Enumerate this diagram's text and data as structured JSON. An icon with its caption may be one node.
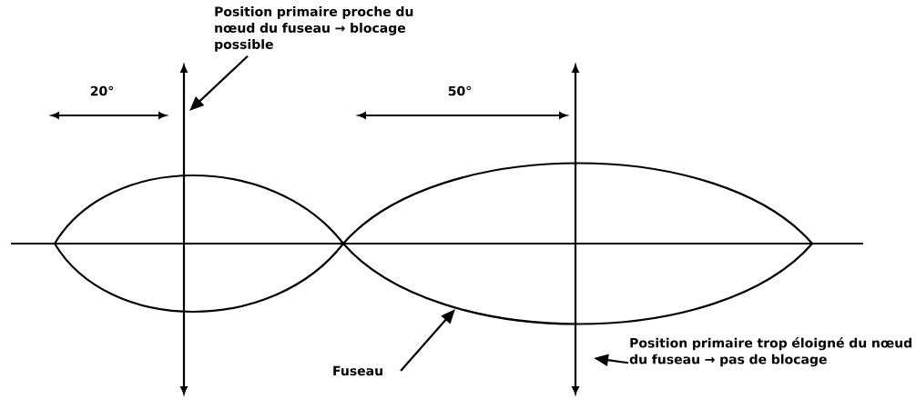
{
  "diagram": {
    "nodes": [
      {
        "text": [
          "Position primaire proche du nœud du fuseau → blocage possible"
        ]
      },
      {
        "text": [
          "Fuseau"
        ]
      },
      {
        "text": [
          "Position primaire trop éloigné du nœud du fuseau → pas de blocage"
        ]
      }
    ],
    "edges": [
      {
        "from": 0,
        "to": null,
        "arrow": "to"
      },
      {
        "from": 1,
        "to": null,
        "arrow": "to"
      },
      {
        "from": 2,
        "to": null,
        "arrow": "to"
      }
    ],
    "labels": [
      "20°",
      "50°"
    ]
  }
}
